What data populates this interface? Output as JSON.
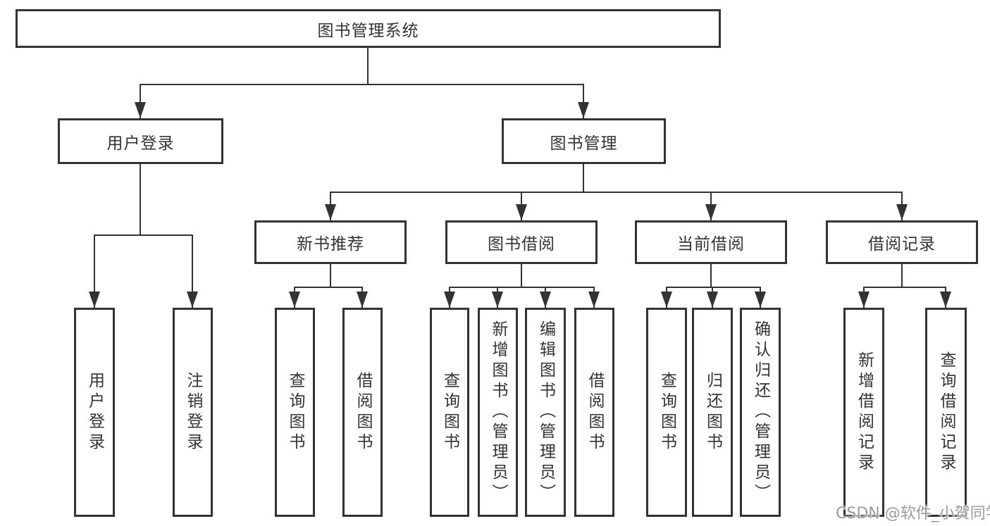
{
  "colors": {
    "background": "#ffffff",
    "line": "#333333",
    "box_border": "#333333",
    "box_fill": "#ffffff",
    "text": "#333333",
    "watermark": "#9b9b9b"
  },
  "nodes": {
    "root": {
      "label": "图书管理系统"
    },
    "user_login": {
      "label": "用户登录"
    },
    "book_mgmt": {
      "label": "图书管理"
    },
    "login_action": {
      "label": "用户登录"
    },
    "logout_action": {
      "label": "注销登录"
    },
    "new_book_rec": {
      "label": "新书推荐"
    },
    "book_borrow": {
      "label": "图书借阅"
    },
    "current_borrow": {
      "label": "当前借阅"
    },
    "borrow_record": {
      "label": "借阅记录"
    },
    "nbr_query_books": {
      "label": "查询图书"
    },
    "nbr_borrow_books": {
      "label": "借阅图书"
    },
    "bb_query_books": {
      "label": "查询图书"
    },
    "bb_add_books": {
      "label": "新增图书（管理员）"
    },
    "bb_edit_books": {
      "label": "编辑图书（管理员）"
    },
    "bb_borrow_books": {
      "label": "借阅图书"
    },
    "cb_query_books": {
      "label": "查询图书"
    },
    "cb_return_books": {
      "label": "归还图书"
    },
    "cb_confirm_return": {
      "label": "确认归还（管理员）"
    },
    "br_add_record": {
      "label": "新增借阅记录"
    },
    "br_query_record": {
      "label": "查询借阅记录"
    }
  },
  "hierarchy": {
    "图书管理系统": {
      "用户登录": [
        "用户登录",
        "注销登录"
      ],
      "图书管理": {
        "新书推荐": [
          "查询图书",
          "借阅图书"
        ],
        "图书借阅": [
          "查询图书",
          "新增图书（管理员）",
          "编辑图书（管理员）",
          "借阅图书"
        ],
        "当前借阅": [
          "查询图书",
          "归还图书",
          "确认归还（管理员）"
        ],
        "借阅记录": [
          "新增借阅记录",
          "查询借阅记录"
        ]
      }
    }
  },
  "watermark": {
    "text": "CSDN @软件_小贺同学"
  }
}
